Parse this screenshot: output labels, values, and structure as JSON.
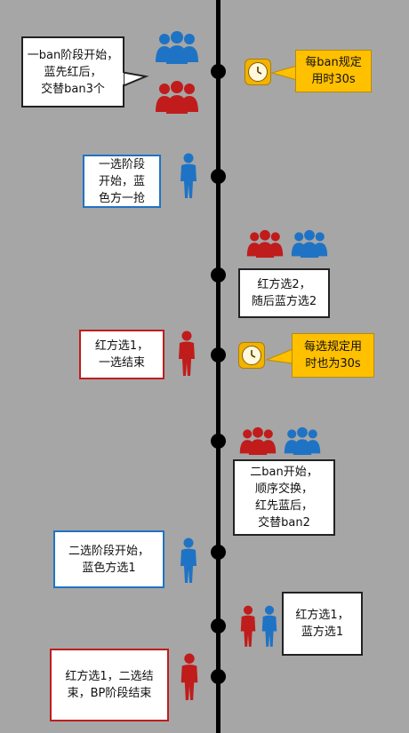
{
  "events": [
    {
      "id": "ban1",
      "text": "一ban阶段开始，\n蓝先红后，\n交替ban3个"
    },
    {
      "id": "pick1",
      "text": "一选阶段\n开始，蓝\n色方一抢"
    },
    {
      "id": "red2",
      "text": "红方选2，\n随后蓝方选2"
    },
    {
      "id": "red1end",
      "text": "红方选1，\n一选结束"
    },
    {
      "id": "ban2",
      "text": "二ban开始，\n顺序交换，\n红先蓝后，\n交替ban2"
    },
    {
      "id": "pick2",
      "text": "二选阶段开始，\n蓝色方选1"
    },
    {
      "id": "redblue",
      "text": "红方选1，\n蓝方选1"
    },
    {
      "id": "final",
      "text": "红方选1，二选结\n束，BP阶段结束"
    }
  ],
  "notes": [
    {
      "id": "ban_time",
      "text": "每ban规定\n用时30s"
    },
    {
      "id": "pick_time",
      "text": "每选规定用\n时也为30s"
    }
  ],
  "colors": {
    "blue": "#1f73c4",
    "red": "#c01c1c",
    "note": "#ffc000",
    "line": "#000000"
  },
  "icons": [
    "group-icon-blue",
    "group-icon-red",
    "person-icon-blue",
    "person-icon-red",
    "clock-icon"
  ]
}
